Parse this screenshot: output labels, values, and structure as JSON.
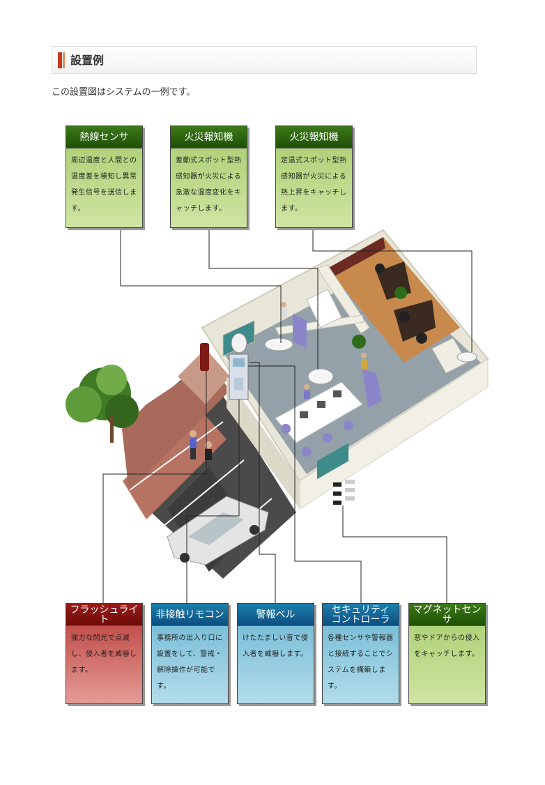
{
  "header": {
    "title": "設置例",
    "intro": "この設置図はシステムの一例です。"
  },
  "top_cards": [
    {
      "title": "熱線センサ",
      "body": "周辺温度と人間との温度差を検知し異常発生信号を送信します。",
      "color": "green"
    },
    {
      "title": "火災報知機",
      "body": "差動式スポット型熱感知器が火災による急激な温度変化をキャッチします。",
      "color": "green"
    },
    {
      "title": "火災報知機",
      "body": "定温式スポット型熱感知器が火災による熱上昇をキャッチします。",
      "color": "green"
    }
  ],
  "bottom_cards": [
    {
      "title": "フラッシュライト",
      "body": "強力な閃光で点滅し、侵入者を威嚇します。",
      "color": "red"
    },
    {
      "title": "非接触リモコン",
      "body": "事務所の出入り口に設置をして、警戒・解除操作が可能です。",
      "color": "blue"
    },
    {
      "title": "警報ベル",
      "body": "けたたましい音で侵入者を威嚇します。",
      "color": "blue"
    },
    {
      "title": "セキュリティ\nコントローラ",
      "body": "各種センサや警報器と接続することでシステムを構築します。",
      "color": "blue"
    },
    {
      "title": "マグネットセンサ",
      "body": "窓やドアからの侵入をキャッチします。",
      "color": "green"
    }
  ],
  "colors": {
    "accent": "#c8391b",
    "green_title": "#2d6610",
    "red_title": "#8a1511",
    "blue_title": "#1a6f9e"
  }
}
